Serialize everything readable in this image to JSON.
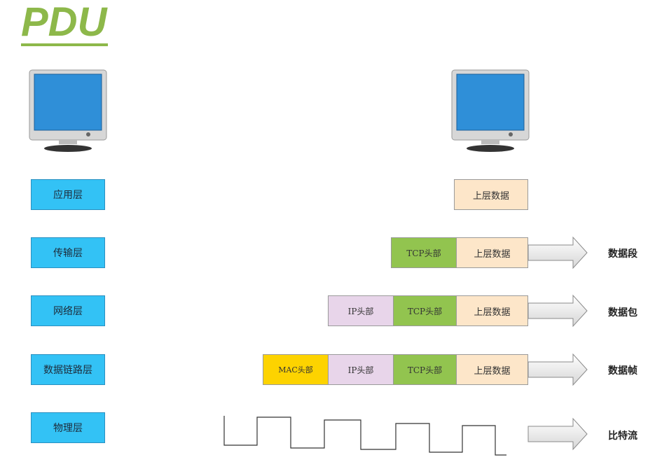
{
  "title": "PDU",
  "layers": [
    "应用层",
    "传输层",
    "网络层",
    "数据链路层",
    "物理层"
  ],
  "segments": {
    "data": "上层数据",
    "tcp": "TCP头部",
    "ip": "IP头部",
    "mac": "MAC头部"
  },
  "pdu_names": {
    "transport": "数据段",
    "network": "数据包",
    "datalink": "数据帧",
    "physical": "比特流"
  },
  "colors": {
    "title": "#8db84a",
    "layer": "#33c2f5",
    "data": "#fde6c9",
    "tcp": "#92c44f",
    "ip": "#e8d5ea",
    "mac": "#fdd300"
  }
}
